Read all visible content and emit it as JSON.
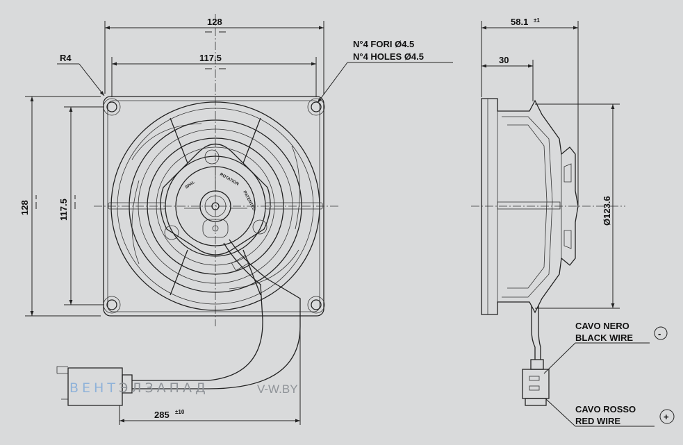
{
  "front_view": {
    "width_outer": "128",
    "width_holes": "117.5",
    "height_outer": "128",
    "height_holes": "117.5",
    "corner_radius": "R4",
    "holes_it": "N°4 FORI  Ø4.5",
    "holes_en": "N°4 HOLES  Ø4.5",
    "cable_length": "285",
    "cable_tol": "±10",
    "hub_brand": "SPAL",
    "hub_rotation": "ROTATION",
    "hub_patented": "PATENTED"
  },
  "side_view": {
    "depth_total": "58.1",
    "depth_tol": "±1",
    "depth_frame": "30",
    "diameter": "Ø123.6"
  },
  "wires": {
    "black_it": "CAVO NERO",
    "black_en": "BLACK WIRE",
    "black_sign": "-",
    "red_it": "CAVO ROSSO",
    "red_en": "RED WIRE",
    "red_sign": "+"
  },
  "watermark": {
    "part1": "ВЕНТ",
    "part2": "ЭЛЗАПАД",
    "site": "V-W.BY"
  },
  "colors": {
    "background": "#d9dadb",
    "lines": "#222222",
    "watermark_blue": "#8fb2d9",
    "watermark_grey": "#8f9398"
  }
}
